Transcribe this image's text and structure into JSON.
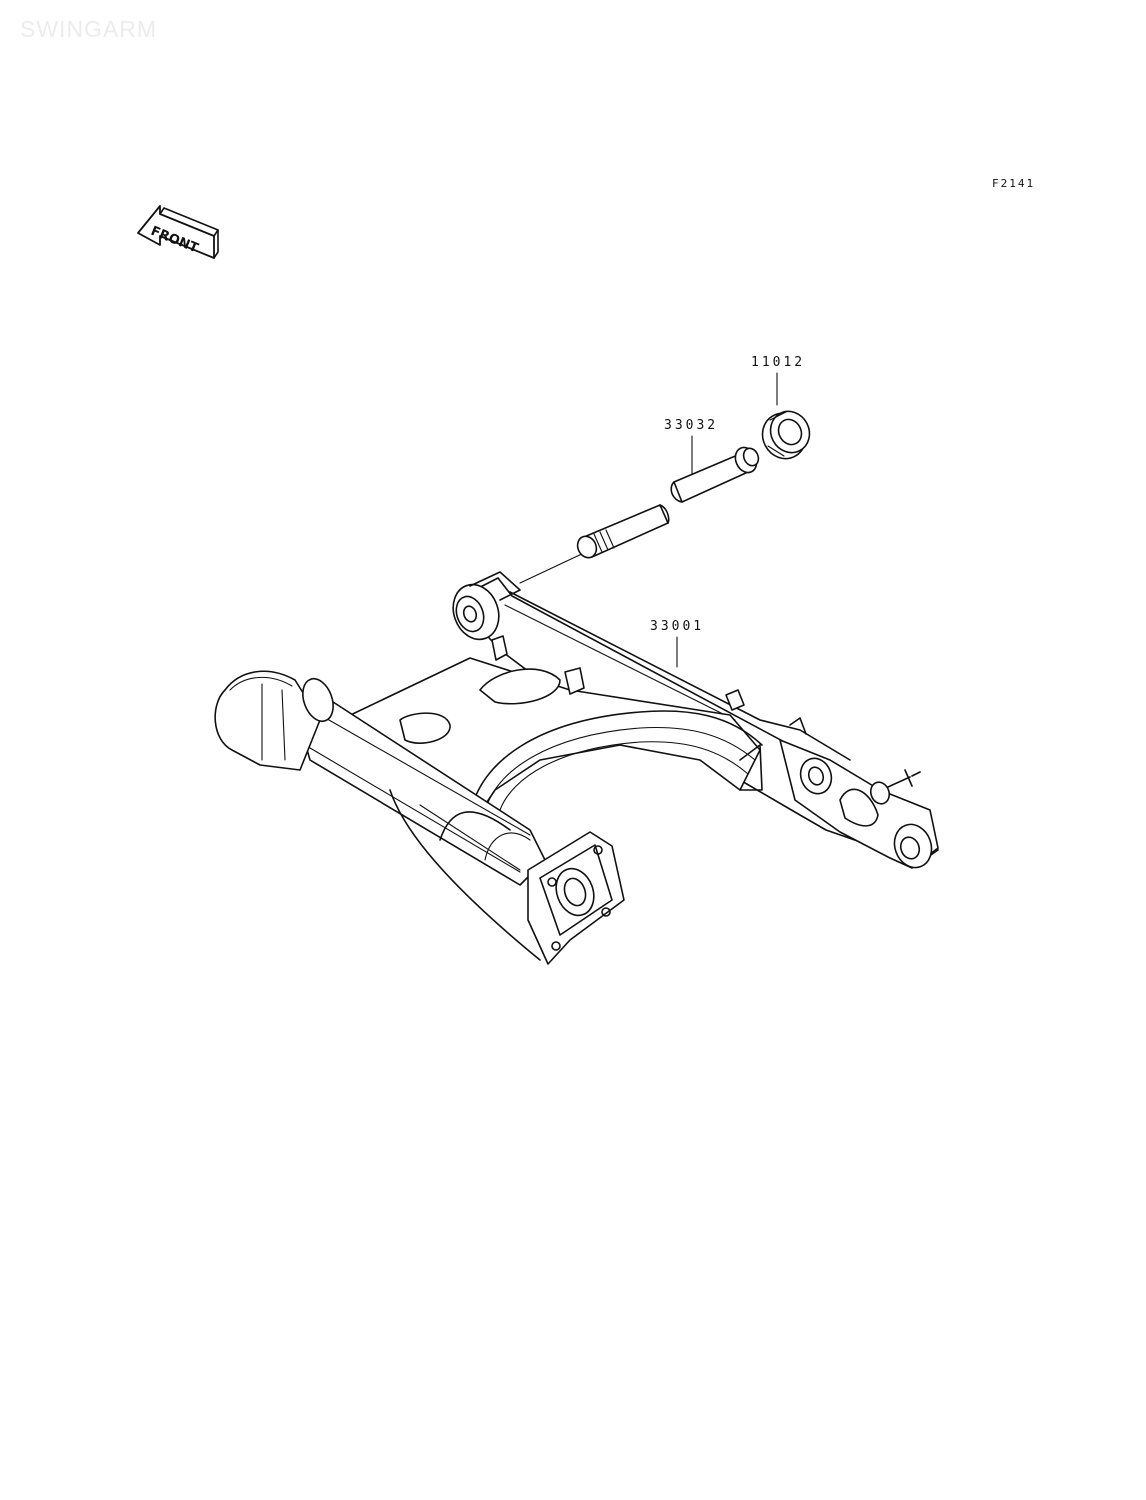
{
  "watermark": "SWINGARM",
  "figure_code": "F2141",
  "front_arrow_text": "FRONT",
  "parts": [
    {
      "number": "11012"
    },
    {
      "number": "33032"
    },
    {
      "number": "33001"
    }
  ]
}
